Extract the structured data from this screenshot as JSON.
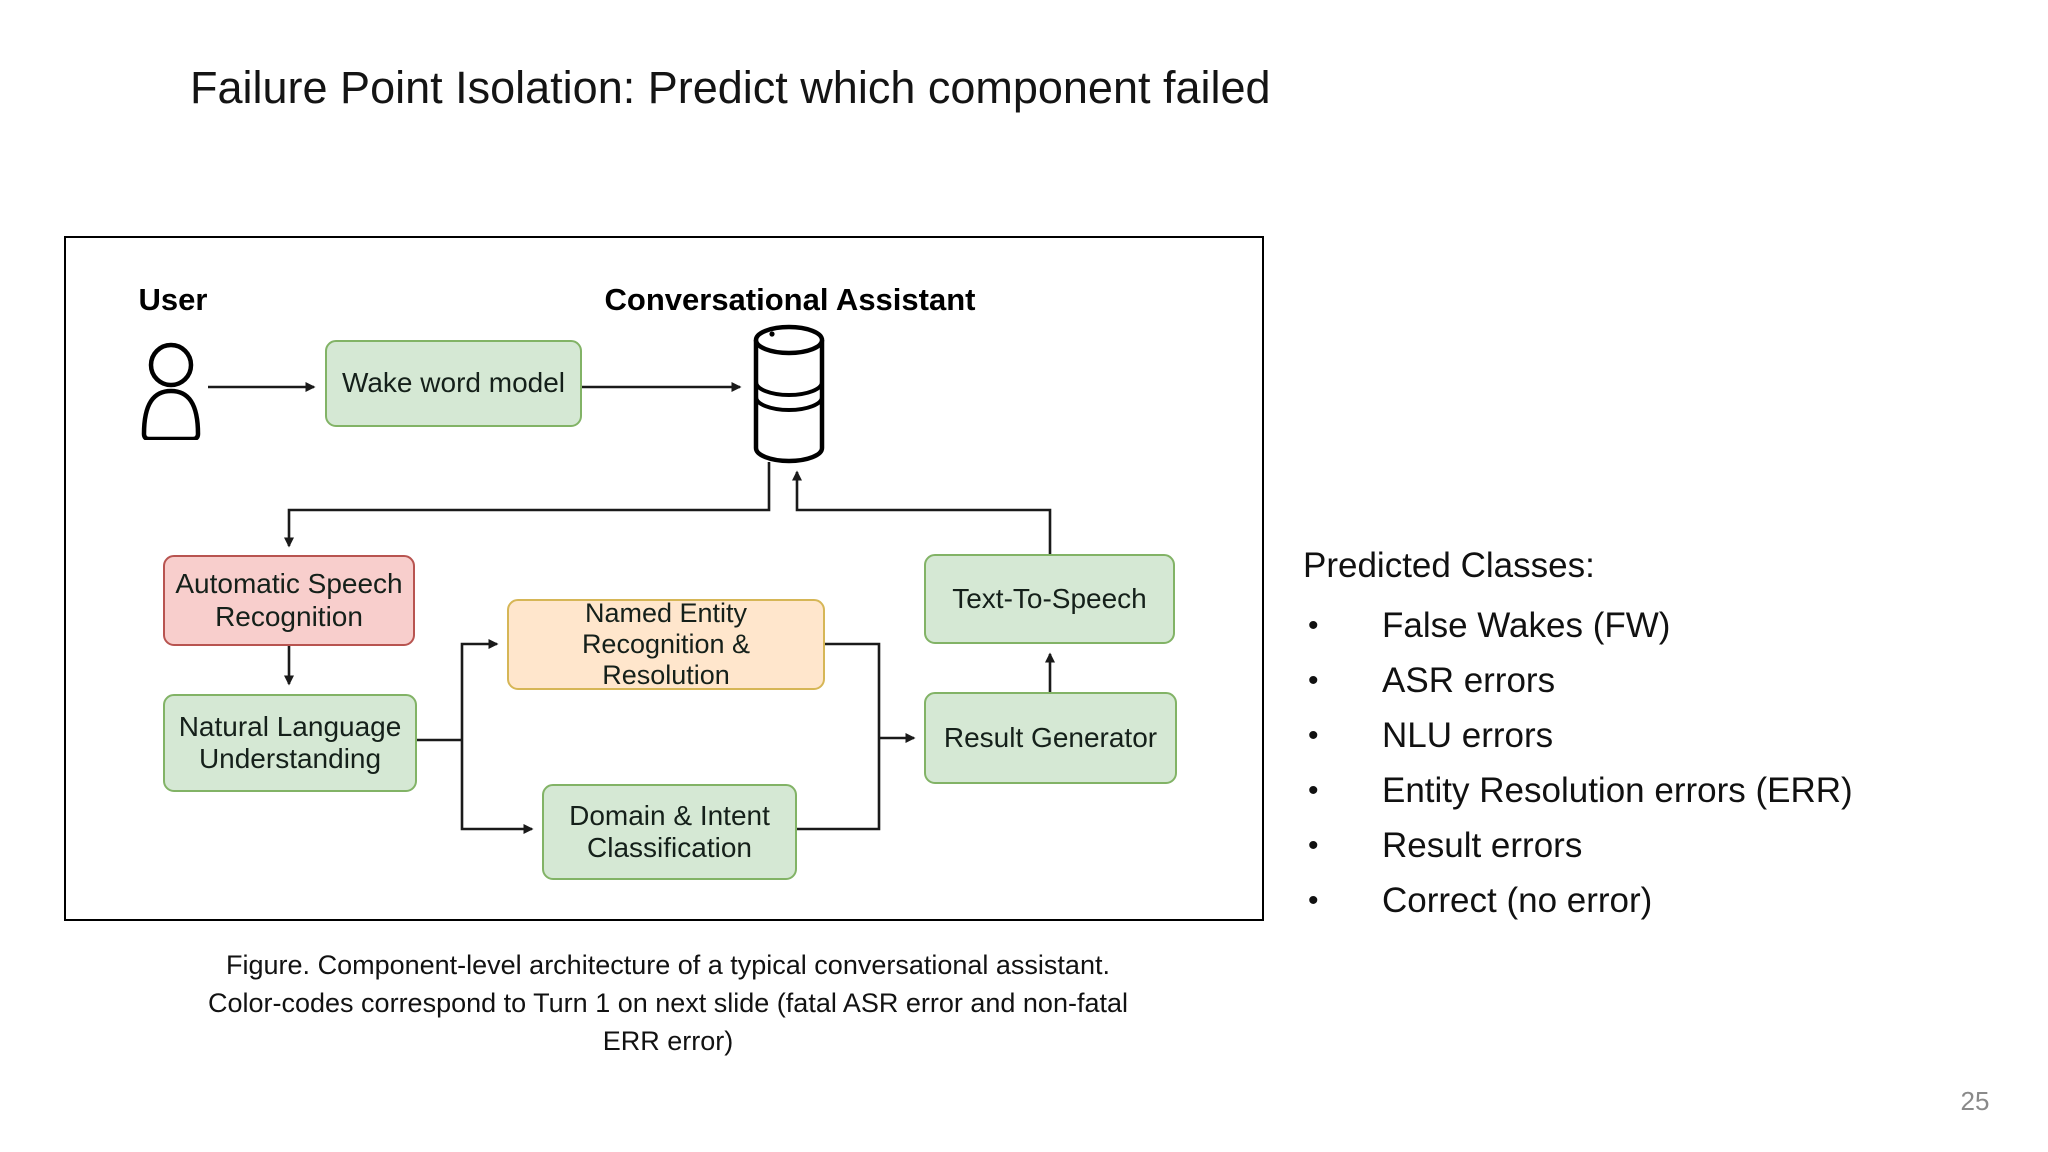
{
  "slide": {
    "title": "Failure Point Isolation: Predict which component failed",
    "page_number": "25"
  },
  "diagram": {
    "user_label": "User",
    "assistant_label": "Conversational Assistant",
    "icons": {
      "user": "person-icon",
      "assistant": "database-cylinder-icon"
    },
    "colors": {
      "green_fill": "#d5e8d4",
      "green_stroke": "#82b366",
      "red_fill": "#f8cecc",
      "red_stroke": "#b85450",
      "orange_fill": "#ffe6cc",
      "orange_stroke": "#d6b656",
      "line": "#1a1a1a"
    },
    "nodes": {
      "wake": {
        "label": "Wake word model"
      },
      "asr": {
        "label": "Automatic Speech Recognition"
      },
      "nlu": {
        "label": "Natural Language Understanding"
      },
      "ner": {
        "label": "Named Entity Recognition & Resolution"
      },
      "dic": {
        "label": "Domain & Intent Classification"
      },
      "tts": {
        "label": "Text-To-Speech"
      },
      "rg": {
        "label": "Result Generator"
      }
    },
    "caption": {
      "line1": "Figure. Component-level architecture of a typical conversational assistant.",
      "line2": "Color-codes correspond to Turn 1 on next slide (fatal ASR error and non-fatal",
      "line3": "ERR error)"
    }
  },
  "predicted_classes": {
    "heading": "Predicted Classes:",
    "bullet": "•",
    "items": [
      "False Wakes (FW)",
      "ASR errors",
      "NLU errors",
      "Entity Resolution errors (ERR)",
      "Result errors",
      "Correct (no error)"
    ]
  }
}
